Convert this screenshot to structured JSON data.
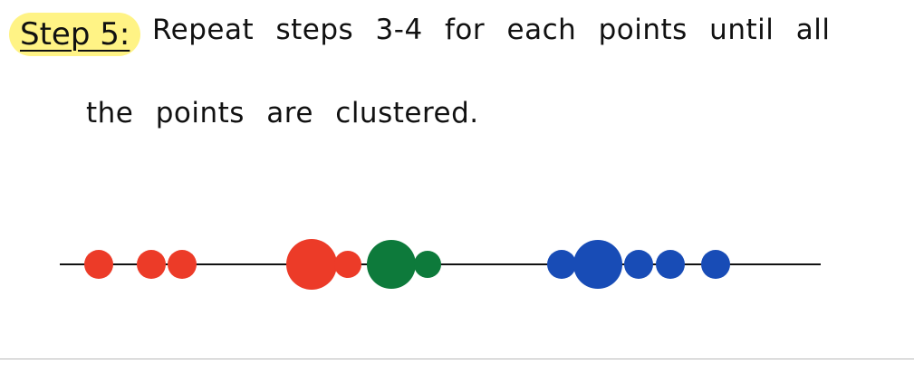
{
  "header": {
    "step_label": "Step 5:",
    "line1": "Repeat steps 3-4 for each points until all",
    "line2": "the points are clustered."
  },
  "colors": {
    "highlight": "#fff385",
    "red": "#ec3b28",
    "green": "#0d7a3b",
    "blue": "#184cb6",
    "axis": "#111111",
    "rule": "#b8b8b8"
  },
  "points": [
    {
      "color": "red",
      "size": "small"
    },
    {
      "color": "red",
      "size": "small"
    },
    {
      "color": "red",
      "size": "small"
    },
    {
      "color": "red",
      "size": "large"
    },
    {
      "color": "red",
      "size": "small"
    },
    {
      "color": "green",
      "size": "large"
    },
    {
      "color": "green",
      "size": "small"
    },
    {
      "color": "blue",
      "size": "small"
    },
    {
      "color": "blue",
      "size": "large"
    },
    {
      "color": "blue",
      "size": "small"
    },
    {
      "color": "blue",
      "size": "small"
    },
    {
      "color": "blue",
      "size": "small"
    }
  ]
}
